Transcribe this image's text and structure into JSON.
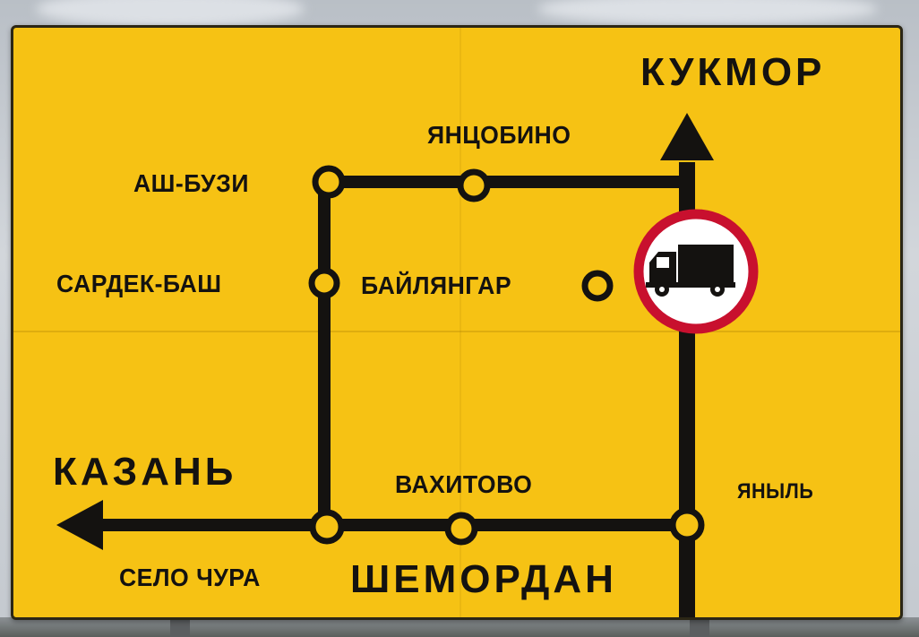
{
  "sign": {
    "top_destination": "КУКМОР",
    "left_destination": "КАЗАНЬ",
    "bottom_town": "ШЕМОРДАН",
    "places": {
      "yantsobino": "ЯНЦОБИНО",
      "ash_buzi": "АШ-БУЗИ",
      "sardek_bash": "САРДЕК-БАШ",
      "baylyangar": "БАЙЛЯНГАР",
      "vakhitovo": "ВАХИТОВО",
      "yanyl": "ЯНЫЛЬ",
      "selo_chura": "СЕЛО ЧУРА"
    },
    "prohibition_sign": "no-trucks-sign"
  },
  "colors": {
    "sign_background": "#f6c214",
    "lines": "#141210",
    "prohibition_ring": "#c8102e"
  }
}
